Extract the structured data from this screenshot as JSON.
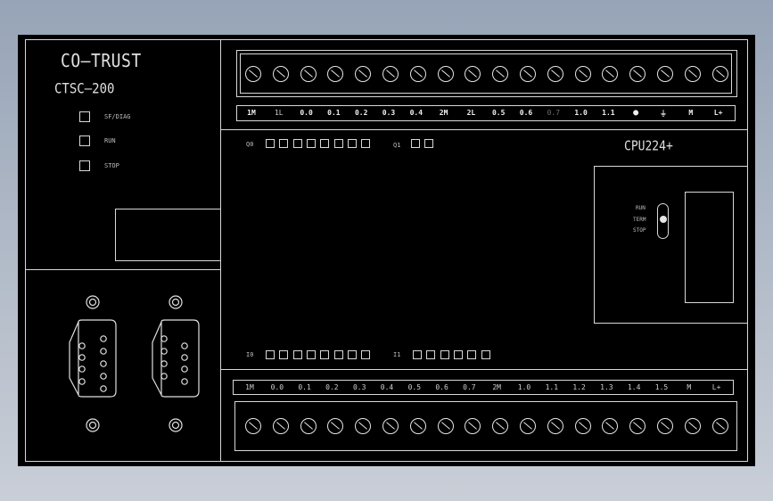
{
  "left_panel": {
    "brand": "CO—TRUST",
    "model": "CTSC—200",
    "status_leds": [
      "SF/DIAG",
      "RUN",
      "STOP"
    ]
  },
  "top_terminal": {
    "screw_count": 18,
    "labels": [
      "1M",
      "1L",
      "0.0",
      "0.1",
      "0.2",
      "0.3",
      "0.4",
      "2M",
      "2L",
      "0.5",
      "0.6",
      "0.7",
      "1.0",
      "1.1",
      "●",
      "⏚",
      "M",
      "L+"
    ]
  },
  "middle": {
    "output_group_label_q0": "Q0",
    "output_group_label_q1": "Q1",
    "input_group_label_i0": "I0",
    "input_group_label_i1": "I1",
    "q0_led_count": 8,
    "q1_led_count": 2,
    "i0_led_count": 8,
    "i1_led_count": 6,
    "cpu_label": "CPU224+",
    "mode_switch": [
      "RUN",
      "TERM",
      "STOP"
    ]
  },
  "bottom_terminal": {
    "screw_count": 18,
    "labels": [
      "1M",
      "0.0",
      "0.1",
      "0.2",
      "0.3",
      "0.4",
      "0.5",
      "0.6",
      "0.7",
      "2M",
      "1.0",
      "1.1",
      "1.2",
      "1.3",
      "1.4",
      "1.5",
      "M",
      "L+"
    ]
  },
  "colors": {
    "background_top": "#97a4b7",
    "panel": "#000000",
    "line": "#d8d8d8"
  }
}
